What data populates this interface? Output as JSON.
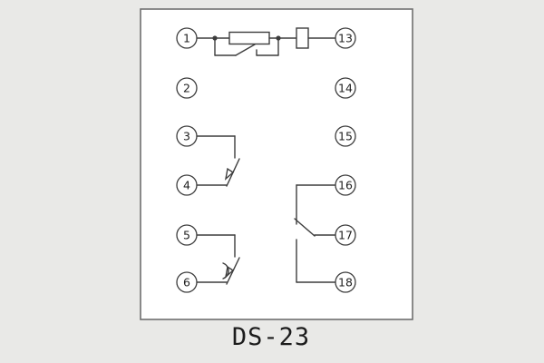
{
  "diagram": {
    "title": "DS-23",
    "terminals": {
      "left": [
        "1",
        "2",
        "3",
        "4",
        "5",
        "6"
      ],
      "right": [
        "13",
        "14",
        "15",
        "16",
        "17",
        "18"
      ]
    },
    "colors": {
      "background": "#e9e9e7",
      "panel": "#ffffff",
      "line": "#3d3d3d"
    }
  }
}
